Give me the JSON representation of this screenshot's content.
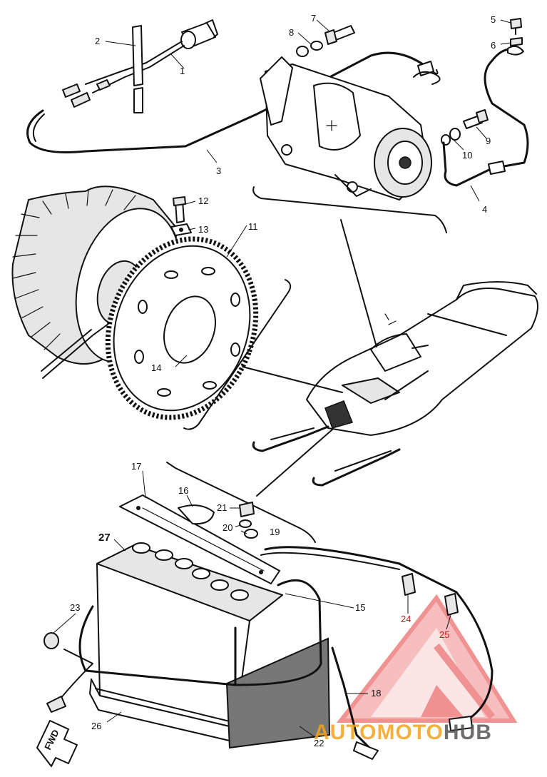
{
  "callouts": {
    "c1": "1",
    "c2": "2",
    "c3": "3",
    "c4": "4",
    "c5": "5",
    "c6": "6",
    "c7": "7",
    "c8": "8",
    "c9": "9",
    "c10": "10",
    "c11": "11",
    "c12": "12",
    "c13": "13",
    "c14": "14",
    "c15": "15",
    "c16": "16",
    "c17": "17",
    "c18": "18",
    "c19": "19",
    "c20": "20",
    "c21": "21",
    "c22": "22",
    "c23": "23",
    "c24": "24",
    "c25": "25",
    "c26": "26",
    "c27": "27"
  },
  "fwd_label": "FWD",
  "watermark": {
    "logo_text": "AUTOMOTOHUB",
    "word_auto": "AUTO",
    "word_moto": "MOTO",
    "word_hub": "HUB",
    "color_orange": "#f2a31b",
    "color_gray": "#555555",
    "color_red": "#e5393a"
  },
  "colors": {
    "line": "#111111",
    "callout_red": "#c0201a"
  }
}
